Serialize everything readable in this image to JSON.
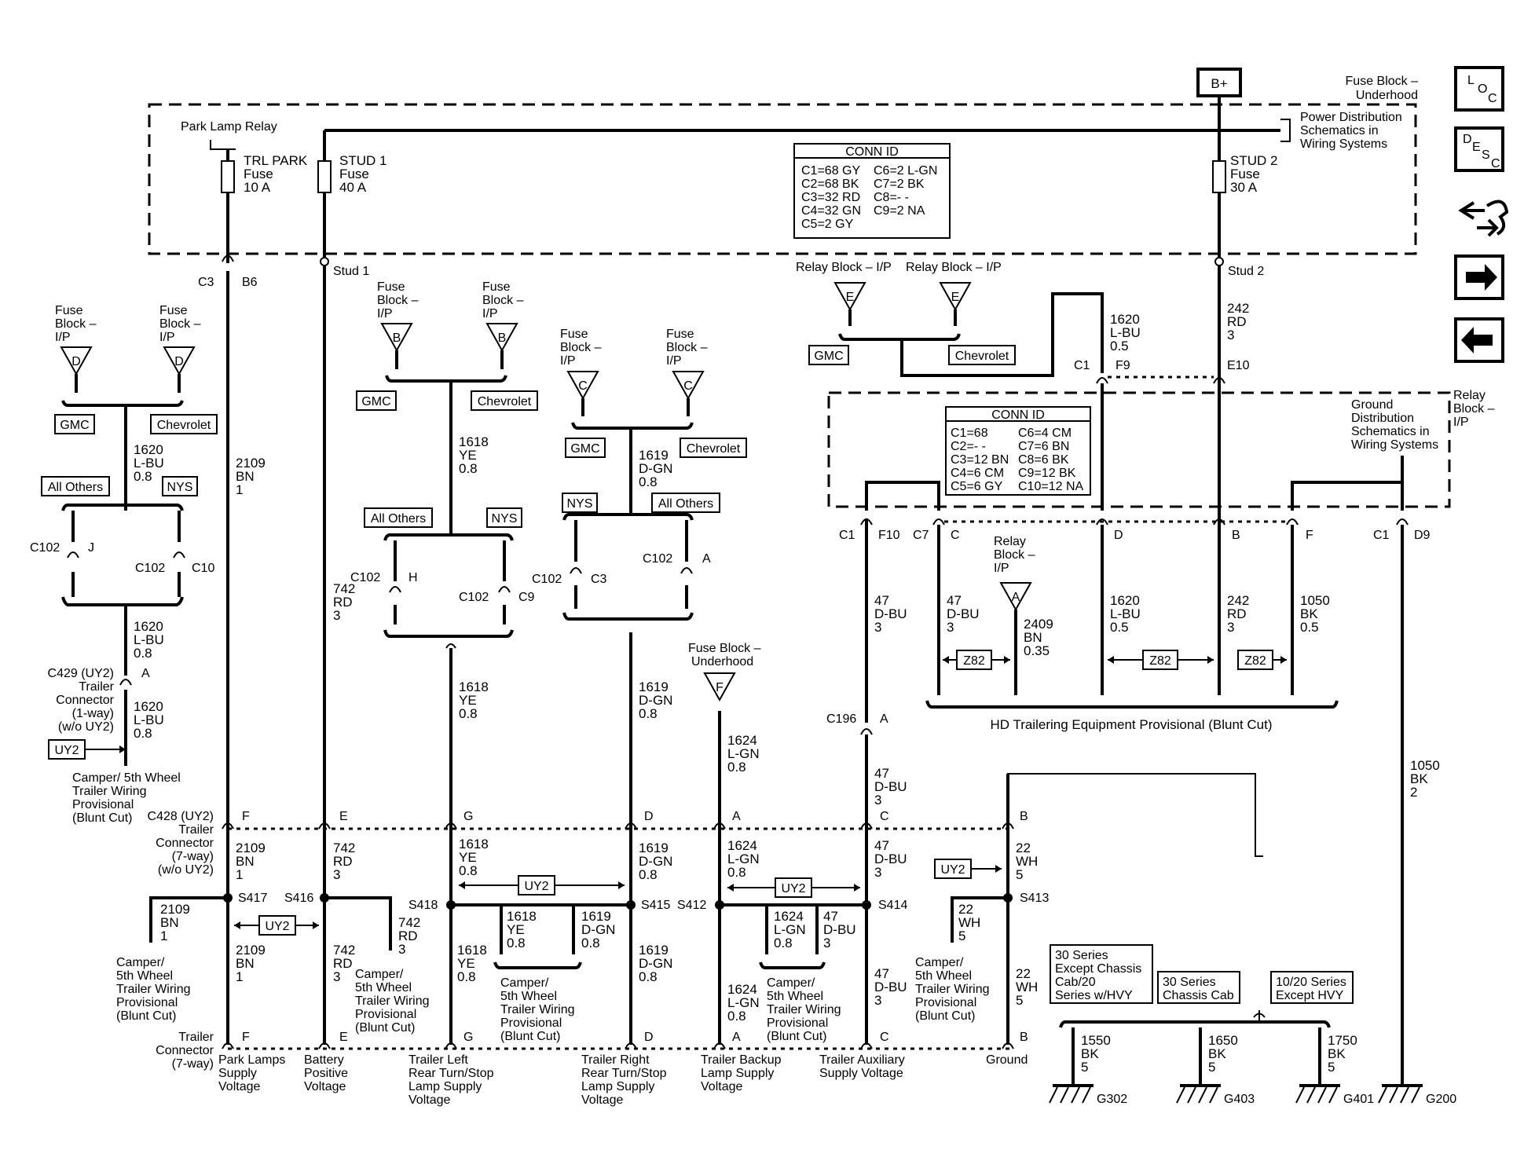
{
  "power": {
    "source": "B+",
    "fuse_block_underhood": "Fuse Block – Underhood",
    "relay_block_ip": "Relay Block – I/P"
  },
  "pd_ref": [
    "Power Distribution",
    "Schematics in",
    "Wiring Systems"
  ],
  "gd_ref": [
    "Ground",
    "Distribution",
    "Schematics in",
    "Wiring Systems"
  ],
  "fuses": [
    {
      "name": "Park Lamp Relay"
    },
    {
      "lines": [
        "TRL PARK",
        "Fuse",
        "10 A"
      ]
    },
    {
      "lines": [
        "STUD 1",
        "Fuse",
        "40 A"
      ]
    },
    {
      "lines": [
        "STUD 2",
        "Fuse",
        "30 A"
      ]
    }
  ],
  "conn_id_1": {
    "title": "CONN ID",
    "left": [
      "C1=68 GY",
      "C2=68 BK",
      "C3=32 RD",
      "C4=32 GN",
      "C5=2 GY"
    ],
    "right": [
      "C6=2 L-GN",
      "C7=2 BK",
      "C8=- -",
      "C9=2 NA"
    ]
  },
  "conn_id_2": {
    "title": "CONN ID",
    "left": [
      "C1=68",
      "C2=- -",
      "C3=12 BN",
      "C4=6 CM",
      "C5=6 GY"
    ],
    "right": [
      "C6=4 CM",
      "C7=6 BN",
      "C8=6 BK",
      "C9=12 BK",
      "C10=12 NA"
    ]
  },
  "labels": {
    "c3": "C3",
    "b6": "B6",
    "stud1": "Stud 1",
    "stud2": "Stud 2",
    "gmc": "GMC",
    "chevrolet": "Chevrolet",
    "all_others": "All Others",
    "nys": "NYS",
    "uy2": "UY2",
    "z82": "Z82",
    "c1": "C1",
    "f9": "F9",
    "e10": "E10",
    "c102": "C102",
    "c196": "C196",
    "a": "A",
    "hd_trailering": "HD Trailering Equipment Provisional (Blunt Cut)",
    "c428": [
      "C428 (UY2)",
      "Trailer",
      "Connector",
      "(7-way)",
      "(w/o UY2)"
    ],
    "c429": [
      "C429 (UY2)",
      "Trailer",
      "Connector",
      "(1-way)",
      "(w/o UY2)"
    ],
    "trailer_conn": [
      "Trailer",
      "Connector",
      "(7-way)"
    ],
    "camper": [
      "Camper/",
      "5th Wheel",
      "Trailer Wiring",
      "Provisional",
      "(Blunt Cut)"
    ],
    "camper_top": [
      "Camper/ 5th Wheel",
      "Trailer Wiring",
      "Provisional",
      "(Blunt Cut)"
    ],
    "fuse_block_ip": [
      "Fuse",
      "Block –",
      "I/P"
    ],
    "fuse_block_uh": [
      "Fuse Block –",
      "Underhood"
    ],
    "relay_ip_small": [
      "Relay",
      "Block –",
      "I/P"
    ],
    "relay_ip_right": [
      "Relay",
      "Block –",
      "I/P"
    ],
    "fuse_uh_top": [
      "Fuse Block –",
      "Underhood"
    ],
    "series30": [
      "30 Series",
      "Except Chassis",
      "Cab/20",
      "Series w/HVY"
    ],
    "series30cc": [
      "30 Series",
      "Chassis Cab"
    ],
    "series1020": [
      "10/20 Series",
      "Except HVY"
    ]
  },
  "wires": {
    "w2109": [
      "2109",
      "BN",
      "1"
    ],
    "w742": [
      "742",
      "RD",
      "3"
    ],
    "w1618": [
      "1618",
      "YE",
      "0.8"
    ],
    "w1619": [
      "1619",
      "D-GN",
      "0.8"
    ],
    "w1620": [
      "1620",
      "L-BU",
      "0.8"
    ],
    "w1620b": [
      "1620",
      "L-BU",
      "0.5"
    ],
    "w1624": [
      "1624",
      "L-GN",
      "0.8"
    ],
    "w47": [
      "47",
      "D-BU",
      "3"
    ],
    "w242": [
      "242",
      "RD",
      "3"
    ],
    "w1050": [
      "1050",
      "BK",
      "0.5"
    ],
    "w1050b": [
      "1050",
      "BK",
      "2"
    ],
    "w2409": [
      "2409",
      "BN",
      "0.35"
    ],
    "w22": [
      "22",
      "WH",
      "5"
    ],
    "w1550": [
      "1550",
      "BK",
      "5"
    ],
    "w1650": [
      "1650",
      "BK",
      "5"
    ],
    "w1750": [
      "1750",
      "BK",
      "5"
    ]
  },
  "splices": [
    "S417",
    "S416",
    "S418",
    "S415",
    "S412",
    "S414",
    "S413"
  ],
  "pins": [
    "F",
    "E",
    "G",
    "D",
    "A",
    "C",
    "B"
  ],
  "circuits": [
    [
      "Park Lamps",
      "Supply",
      "Voltage"
    ],
    [
      "Battery",
      "Positive",
      "Voltage"
    ],
    [
      "Trailer Left",
      "Rear Turn/Stop",
      "Lamp Supply",
      "Voltage"
    ],
    [
      "Trailer Right",
      "Rear Turn/Stop",
      "Lamp Supply",
      "Voltage"
    ],
    [
      "Trailer Backup",
      "Lamp Supply",
      "Voltage"
    ],
    [
      "Trailer Auxiliary",
      "Supply Voltage"
    ],
    [
      "Ground"
    ]
  ],
  "grounds": [
    "G302",
    "G403",
    "G401",
    "G200"
  ],
  "nav": {
    "loc": [
      "L",
      "O",
      "C"
    ],
    "desc": [
      "D",
      "E",
      "S",
      "C"
    ]
  }
}
